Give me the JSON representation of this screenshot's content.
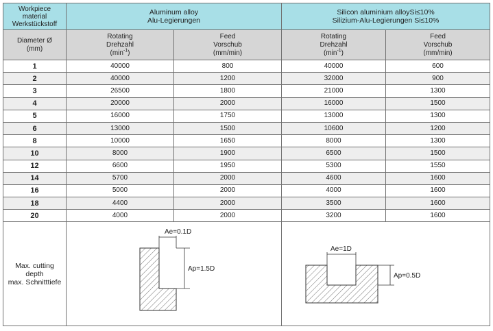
{
  "header": {
    "material_lines": [
      "Workpiece",
      "material",
      "Werkstückstoff"
    ],
    "aluminum_lines": [
      "Aluminum alloy",
      "Alu-Legierungen"
    ],
    "silicon_lines": [
      "Silicon aluminium alloySi≤10%",
      "Silizium-Alu-Legierungen Si≤10%"
    ]
  },
  "subheader": {
    "diameter_lines": [
      "Diameter Ø",
      "(mm)"
    ],
    "rotating_lines": [
      "Rotating",
      "Drehzahl"
    ],
    "rotating_unit_base": "(min",
    "rotating_unit_sup": "-1",
    "rotating_unit_close": ")",
    "feed_lines": [
      "Feed",
      "Vorschub",
      "(mm/min)"
    ]
  },
  "rows": [
    {
      "d": "1",
      "al_rpm": "40000",
      "al_feed": "800",
      "si_rpm": "40000",
      "si_feed": "600"
    },
    {
      "d": "2",
      "al_rpm": "40000",
      "al_feed": "1200",
      "si_rpm": "32000",
      "si_feed": "900"
    },
    {
      "d": "3",
      "al_rpm": "26500",
      "al_feed": "1800",
      "si_rpm": "21000",
      "si_feed": "1300"
    },
    {
      "d": "4",
      "al_rpm": "20000",
      "al_feed": "2000",
      "si_rpm": "16000",
      "si_feed": "1500"
    },
    {
      "d": "5",
      "al_rpm": "16000",
      "al_feed": "1750",
      "si_rpm": "13000",
      "si_feed": "1300"
    },
    {
      "d": "6",
      "al_rpm": "13000",
      "al_feed": "1500",
      "si_rpm": "10600",
      "si_feed": "1200"
    },
    {
      "d": "8",
      "al_rpm": "10000",
      "al_feed": "1650",
      "si_rpm": "8000",
      "si_feed": "1300"
    },
    {
      "d": "10",
      "al_rpm": "8000",
      "al_feed": "1900",
      "si_rpm": "6500",
      "si_feed": "1500"
    },
    {
      "d": "12",
      "al_rpm": "6600",
      "al_feed": "1950",
      "si_rpm": "5300",
      "si_feed": "1550"
    },
    {
      "d": "14",
      "al_rpm": "5700",
      "al_feed": "2000",
      "si_rpm": "4600",
      "si_feed": "1600"
    },
    {
      "d": "16",
      "al_rpm": "5000",
      "al_feed": "2000",
      "si_rpm": "4000",
      "si_feed": "1600"
    },
    {
      "d": "18",
      "al_rpm": "4400",
      "al_feed": "2000",
      "si_rpm": "3500",
      "si_feed": "1600"
    },
    {
      "d": "20",
      "al_rpm": "4000",
      "al_feed": "2000",
      "si_rpm": "3200",
      "si_feed": "1600"
    }
  ],
  "depth": {
    "label_lines": [
      "Max. cutting",
      "depth",
      "max. Schnitttiefe"
    ],
    "aluminum": {
      "ae": "Ae=0.1D",
      "ap": "Ap=1.5D"
    },
    "silicon": {
      "ae": "Ae=1D",
      "ap": "Ap=0.5D"
    }
  }
}
